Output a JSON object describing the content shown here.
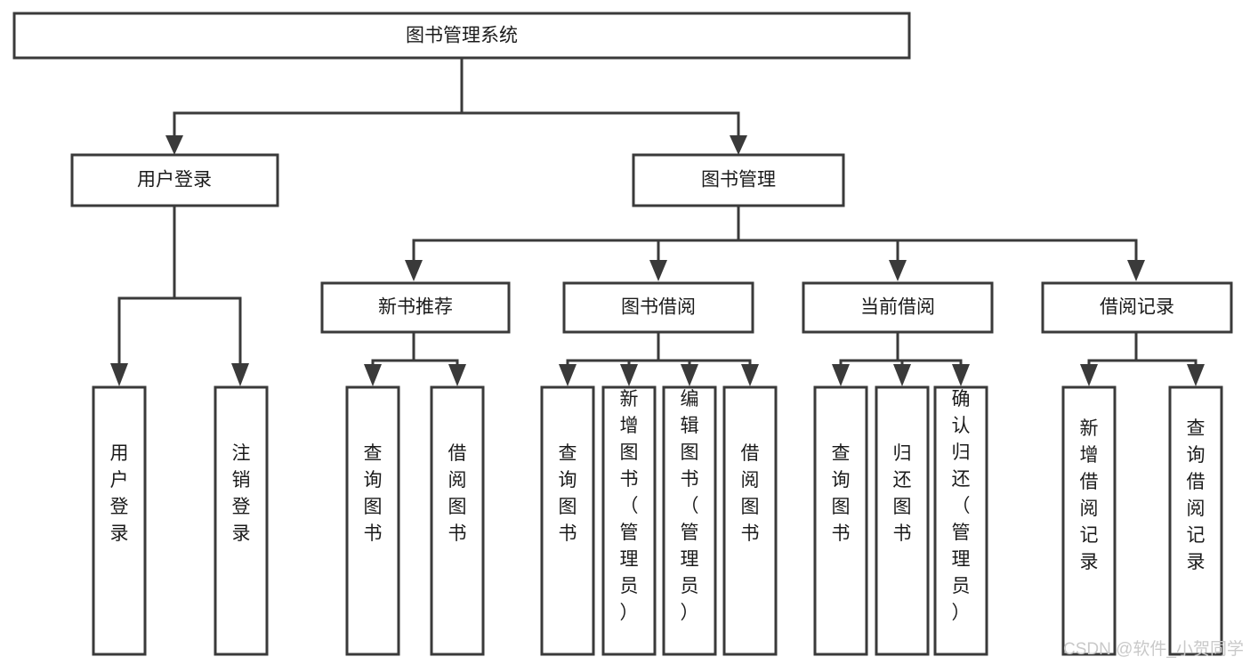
{
  "diagram": {
    "title": "图书管理系统",
    "type": "tree-hierarchy-diagram",
    "colors": {
      "stroke": "#3a3a3a",
      "fill": "#ffffff",
      "text": "#1b1b1b",
      "watermark": "#c9c9c9"
    },
    "root": {
      "label": "图书管理系统"
    },
    "level2": [
      {
        "label": "用户登录"
      },
      {
        "label": "图书管理"
      }
    ],
    "level3": [
      {
        "label": "新书推荐"
      },
      {
        "label": "图书借阅"
      },
      {
        "label": "当前借阅"
      },
      {
        "label": "借阅记录"
      }
    ],
    "leaves": {
      "user_login": [
        {
          "label": "用户登录"
        },
        {
          "label": "注销登录"
        }
      ],
      "new_book_recommend": [
        {
          "label": "查询图书"
        },
        {
          "label": "借阅图书"
        }
      ],
      "book_borrow": [
        {
          "label": "查询图书"
        },
        {
          "label": "新增图书（管理员）"
        },
        {
          "label": "编辑图书（管理员）"
        },
        {
          "label": "借阅图书"
        }
      ],
      "current_borrow": [
        {
          "label": "查询图书"
        },
        {
          "label": "归还图书"
        },
        {
          "label": "确认归还（管理员）"
        }
      ],
      "borrow_record": [
        {
          "label": "新增借阅记录"
        },
        {
          "label": "查询借阅记录"
        }
      ]
    },
    "watermark": "CSDN @软件_小贺同学"
  }
}
